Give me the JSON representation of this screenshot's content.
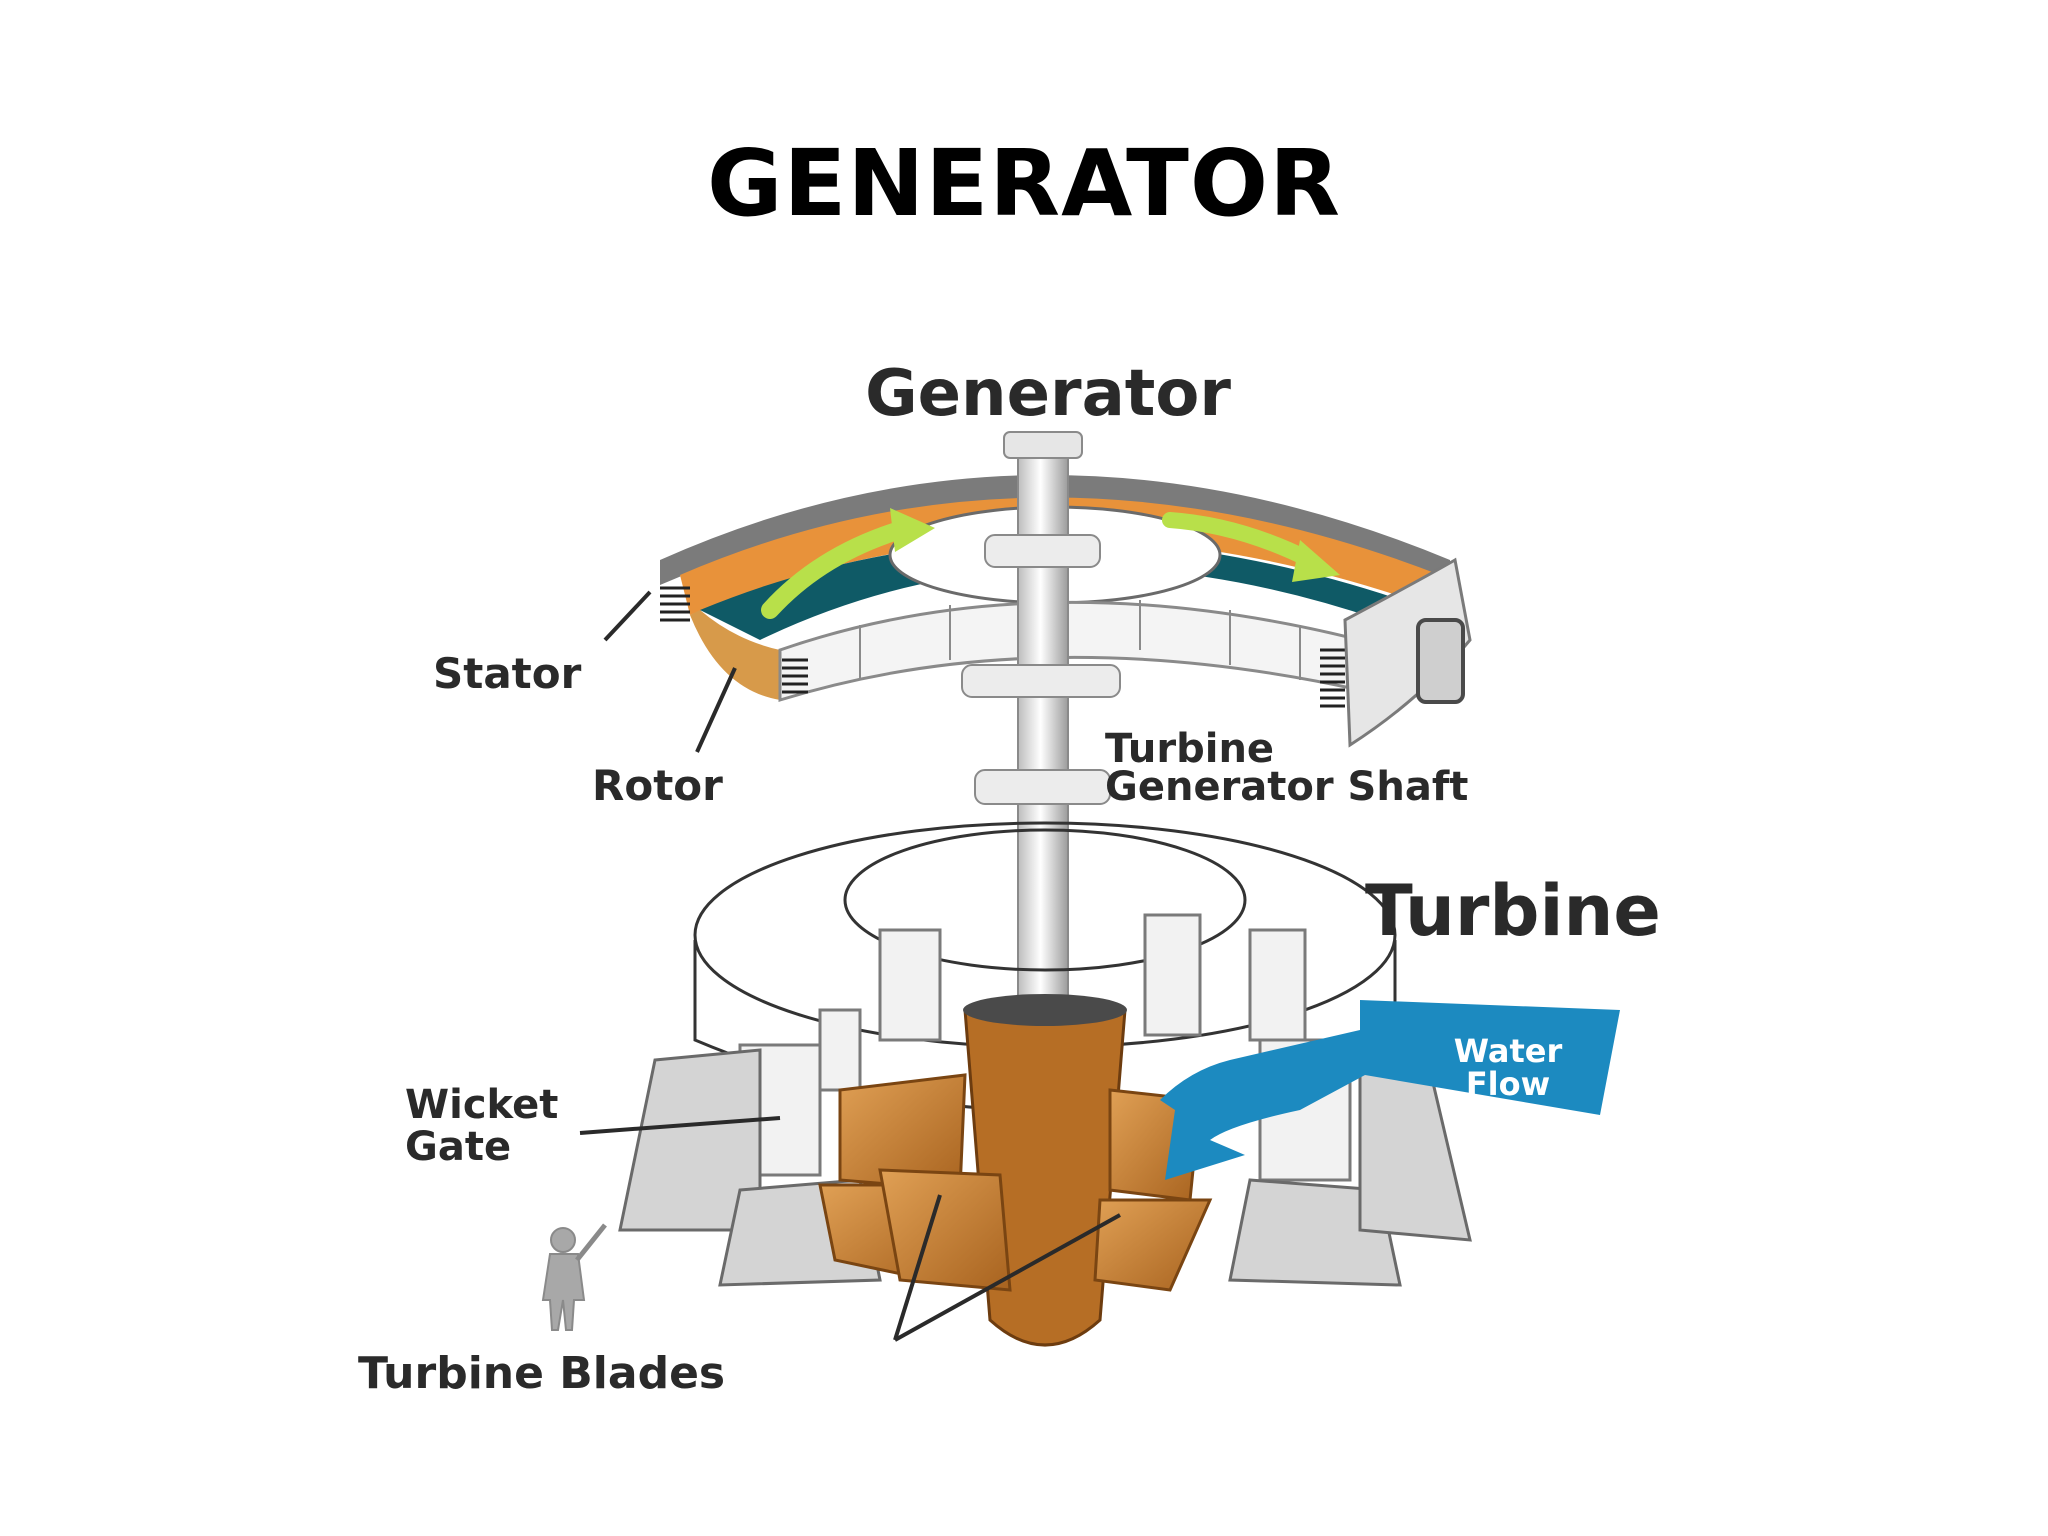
{
  "slide": {
    "title": "GENERATOR"
  },
  "diagram": {
    "heading": "Generator",
    "labels": {
      "stator": "Stator",
      "rotor": "Rotor",
      "shaft_line1": "Turbine",
      "shaft_line2": "Generator Shaft",
      "turbine": "Turbine",
      "wicket_line1": "Wicket",
      "wicket_line2": "Gate",
      "water_line1": "Water",
      "water_line2": "Flow",
      "blades": "Turbine Blades"
    },
    "colors": {
      "rotor_orange": "#e8923a",
      "stator_teal": "#0f5a66",
      "rotation_arrow": "#b8e04a",
      "water_blue": "#1c8ac0",
      "blade_brown": "#c9822f",
      "housing_gray": "#dcdcdc"
    }
  }
}
